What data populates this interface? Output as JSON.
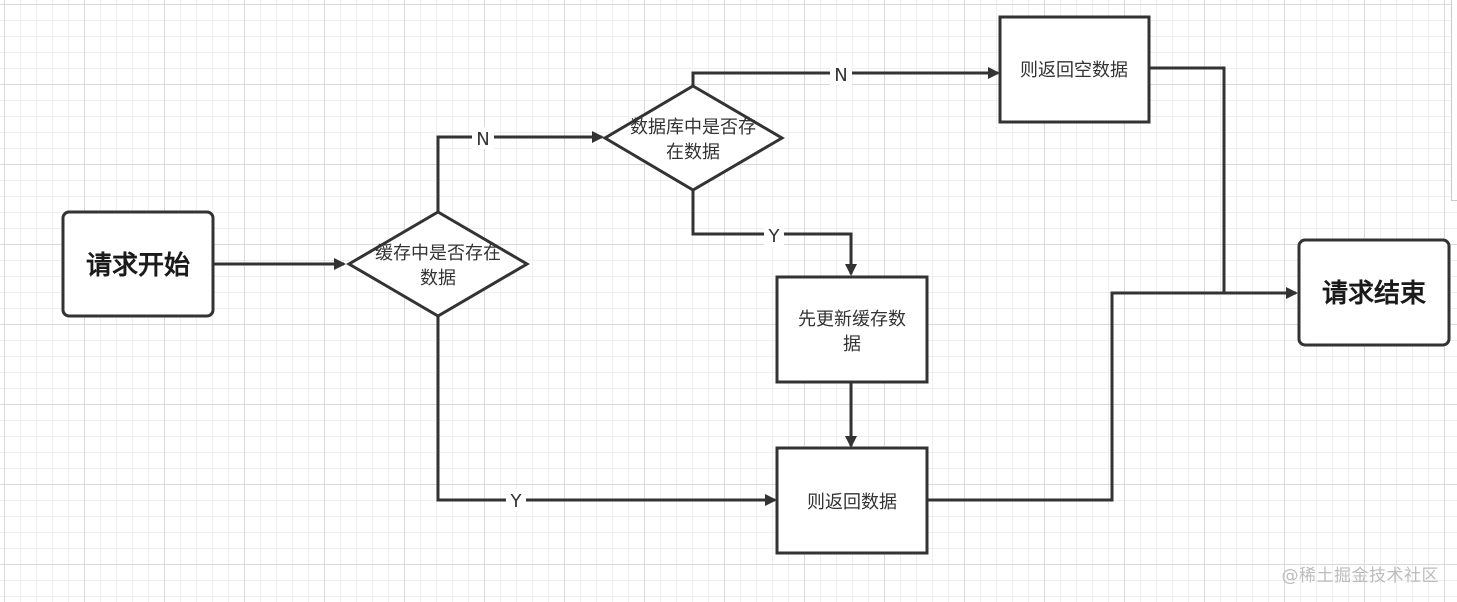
{
  "nodes": {
    "start": "请求开始",
    "cache_check": [
      "缓存中是否存在",
      "数据"
    ],
    "db_check": [
      "数据库中是否存",
      "在数据"
    ],
    "return_empty": "则返回空数据",
    "update_cache": [
      "先更新缓存数",
      "据"
    ],
    "return_data": "则返回数据",
    "end": "请求结束"
  },
  "edge_labels": {
    "cache_no": "N",
    "cache_yes": "Y",
    "db_no": "N",
    "db_yes": "Y"
  },
  "watermark": "@稀土掘金技术社区",
  "colors": {
    "stroke": "#333333",
    "grid_major": "#d9d9d9",
    "grid_minor": "#efefef",
    "background": "#ffffff"
  }
}
